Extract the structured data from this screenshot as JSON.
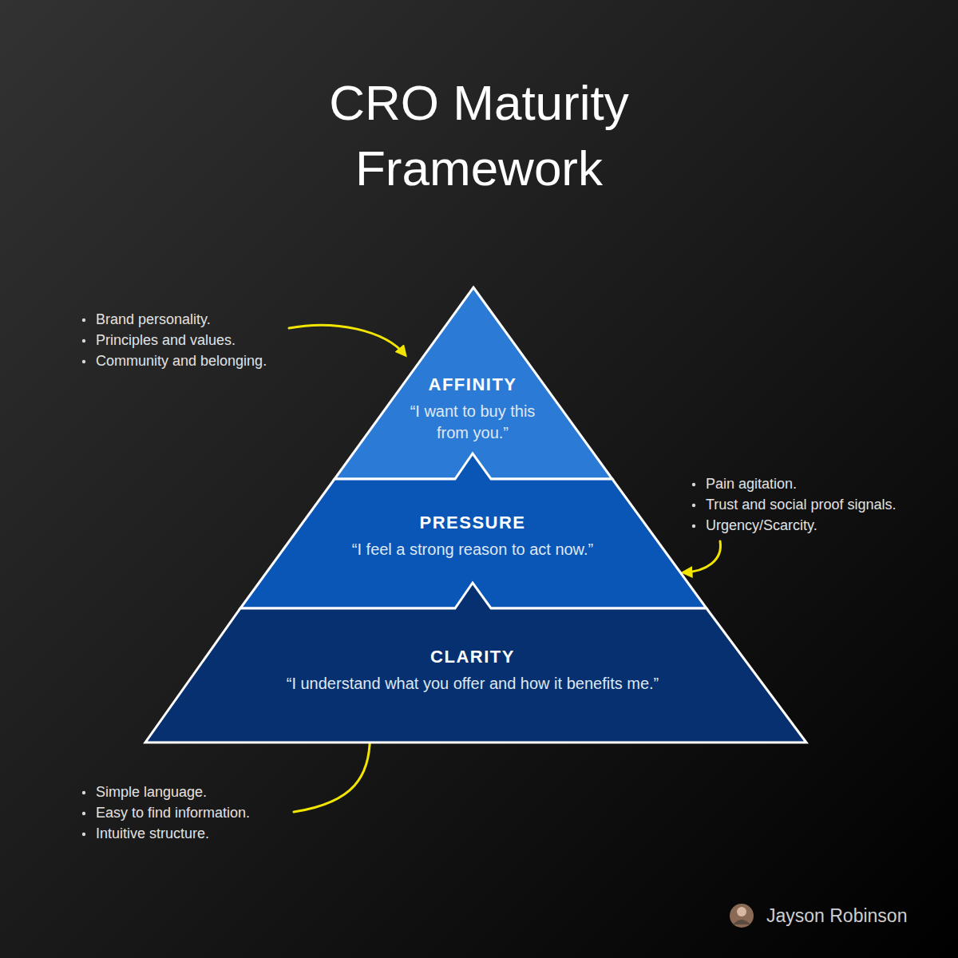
{
  "diagram": {
    "title": "CRO Maturity Framework",
    "nodes": [
      {
        "text": [
          "AFFINITY",
          "“I want to buy this from you.”"
        ]
      },
      {
        "text": [
          "PRESSURE",
          "“I feel a strong reason to act now.”"
        ]
      },
      {
        "text": [
          "CLARITY",
          "“I understand what you offer and how it benefits me.”"
        ]
      }
    ],
    "labels": [
      "Brand personality.",
      "Principles and values.",
      "Community and belonging.",
      "Pain agitation.",
      "Trust and social proof signals.",
      "Urgency/Scarcity.",
      "Simple language.",
      "Easy to find information.",
      "Intuitive structure.",
      "Jayson Robinson"
    ]
  }
}
